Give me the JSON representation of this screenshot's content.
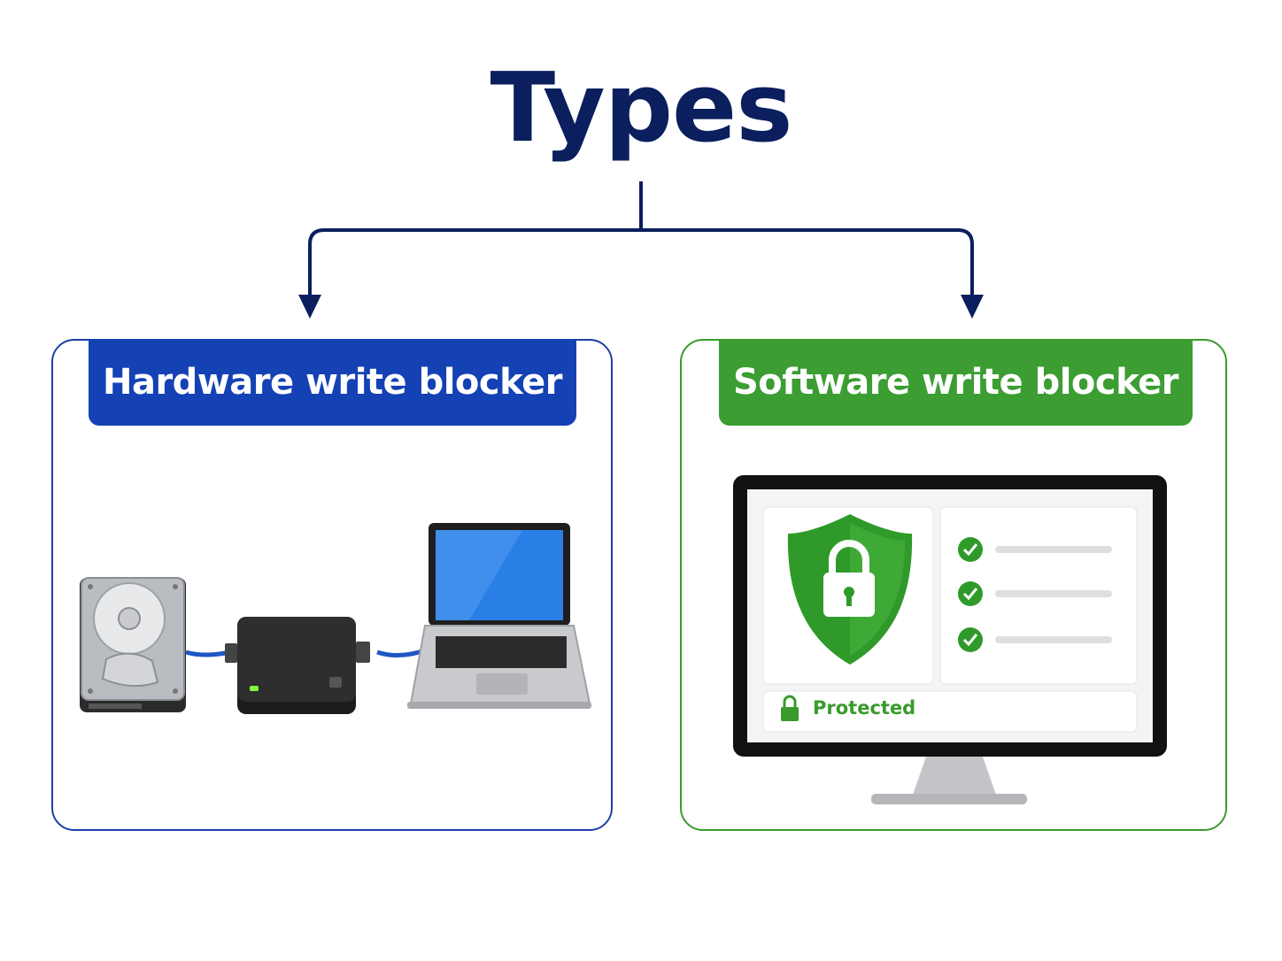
{
  "title": "Types",
  "colors": {
    "title": "#0b1f5e",
    "hardware_accent": "#1441b4",
    "software_accent": "#3b9d32"
  },
  "hardware": {
    "label": "Hardware write blocker",
    "icons": [
      "hard-drive-icon",
      "usb-cable-icon",
      "write-blocker-device-icon",
      "laptop-icon"
    ]
  },
  "software": {
    "label": "Software write blocker",
    "status": "Protected",
    "icons": [
      "monitor-icon",
      "shield-lock-icon",
      "check-icon",
      "lock-icon"
    ]
  }
}
